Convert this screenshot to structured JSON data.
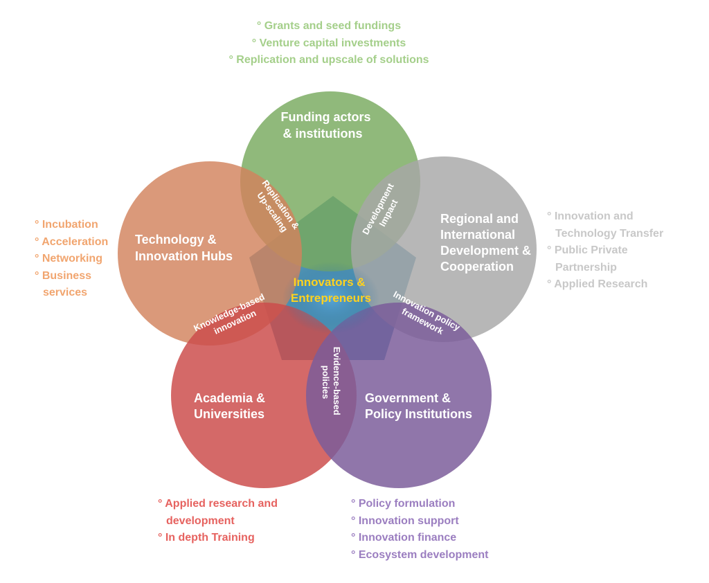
{
  "center_label": [
    "Innovators &",
    "Entrepreneurs"
  ],
  "circles": [
    {
      "id": "funding",
      "label": [
        "Funding actors",
        "& institutions"
      ],
      "color": "#78a95e"
    },
    {
      "id": "regional",
      "label": [
        "Regional and",
        "International",
        "Development &",
        "Cooperation"
      ],
      "color": "#a7a7a7"
    },
    {
      "id": "government",
      "label": [
        "Government &",
        "Policy Institutions"
      ],
      "color": "#7b5c9a"
    },
    {
      "id": "academia",
      "label": [
        "Academia &",
        "Universities"
      ],
      "color": "#cc4c4b"
    },
    {
      "id": "hubs",
      "label": [
        "Technology &",
        "Innovation Hubs"
      ],
      "color": "#d2825d"
    }
  ],
  "overlaps": [
    {
      "id": "funding-hubs",
      "label": [
        "Replication &",
        "Up-scaling"
      ]
    },
    {
      "id": "funding-regional",
      "label": [
        "Development",
        "Impact"
      ]
    },
    {
      "id": "regional-government",
      "label": [
        "Innovation policy",
        "framework"
      ]
    },
    {
      "id": "government-academia",
      "label": [
        "Evidence-based",
        "policies"
      ]
    },
    {
      "id": "academia-hubs",
      "label": [
        "Knowledge-based",
        "innovation"
      ]
    }
  ],
  "bullets": {
    "funding": [
      "° Grants and seed fundings",
      "° Venture capital investments",
      "° Replication and upscale of solutions"
    ],
    "hubs": [
      "° Incubation",
      "° Acceleration",
      "° Networking",
      "° Business",
      "services"
    ],
    "regional": [
      "° Innovation and",
      "Technology Transfer",
      "° Public Private",
      "Partnership",
      "° Applied Research"
    ],
    "academia": [
      "° Applied research and",
      "development",
      "° In depth Training"
    ],
    "government": [
      "° Policy formulation",
      "° Innovation support",
      "° Innovation finance",
      "° Ecosystem development"
    ]
  },
  "colors": {
    "center_text": "#ffd21f",
    "pentagon": "#2f7fa6",
    "center_glow": "#4a9bd1",
    "funding_text": "#a4cf8a",
    "hubs_text": "#f1a56f",
    "regional_text": "#c8c8c8",
    "academia_text": "#e6625f",
    "government_text": "#9b7ec0"
  }
}
